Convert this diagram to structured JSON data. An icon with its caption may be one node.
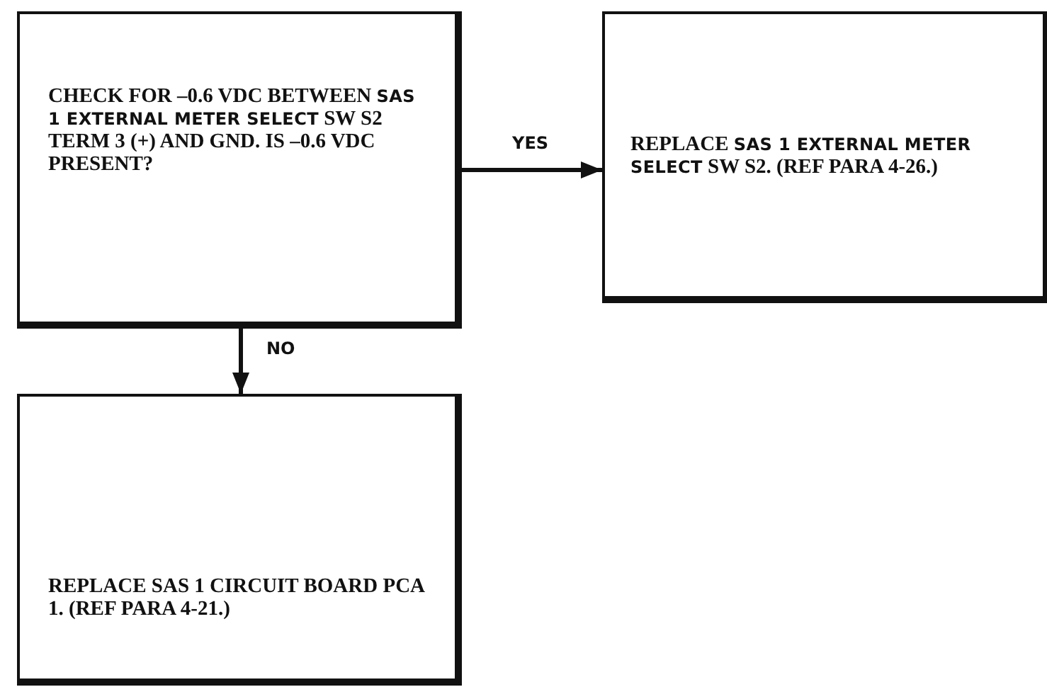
{
  "diagram": {
    "nodes": [
      {
        "text": [
          "CHECK FOR –0.6 VDC BETWEEN **SAS 1 EXTERNAL METER SELECT** SW S2 TERM 3 (+) AND GND. IS –0.6 VDC PRESENT?"
        ]
      },
      {
        "text": [
          "REPLACE **SAS 1 EXTERNAL METER SELECT** SW S2. (REF PARA 4-26.)"
        ]
      },
      {
        "text": [
          "REPLACE SAS 1 CIRCUIT BOARD PCA 1. (REF PARA 4-21.)"
        ]
      }
    ],
    "edges": [
      {
        "from": 0,
        "to": 1,
        "arrow": "to",
        "label": "YES"
      },
      {
        "from": 0,
        "to": 2,
        "arrow": "to",
        "label": "NO"
      }
    ]
  }
}
